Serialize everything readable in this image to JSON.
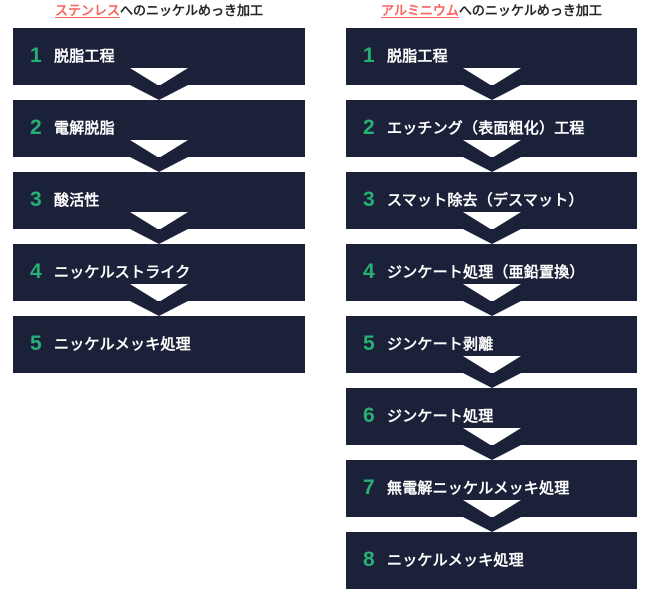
{
  "page": {
    "background": "#ffffff",
    "box_color": "#1a2138",
    "number_color": "#27b075",
    "label_color": "#ffffff",
    "highlight_color": "#f8635b",
    "heading_color": "#262626"
  },
  "columns": [
    {
      "id": "stainless",
      "heading": {
        "highlight": "ステンレス",
        "rest": "へのニッケルめっき加工"
      },
      "steps": [
        {
          "num": "1",
          "label": "脱脂工程"
        },
        {
          "num": "2",
          "label": "電解脱脂"
        },
        {
          "num": "3",
          "label": "酸活性"
        },
        {
          "num": "4",
          "label": "ニッケルストライク"
        },
        {
          "num": "5",
          "label": "ニッケルメッキ処理"
        }
      ]
    },
    {
      "id": "aluminium",
      "heading": {
        "highlight": "アルミニウム",
        "rest": "へのニッケルめっき加工"
      },
      "steps": [
        {
          "num": "1",
          "label": "脱脂工程"
        },
        {
          "num": "2",
          "label": "エッチング（表面粗化）工程"
        },
        {
          "num": "3",
          "label": "スマット除去（デスマット）"
        },
        {
          "num": "4",
          "label": "ジンケート処理（亜鉛置換）"
        },
        {
          "num": "5",
          "label": "ジンケート剥離"
        },
        {
          "num": "6",
          "label": "ジンケート処理"
        },
        {
          "num": "7",
          "label": "無電解ニッケルメッキ処理"
        },
        {
          "num": "8",
          "label": "ニッケルメッキ処理"
        }
      ]
    }
  ]
}
